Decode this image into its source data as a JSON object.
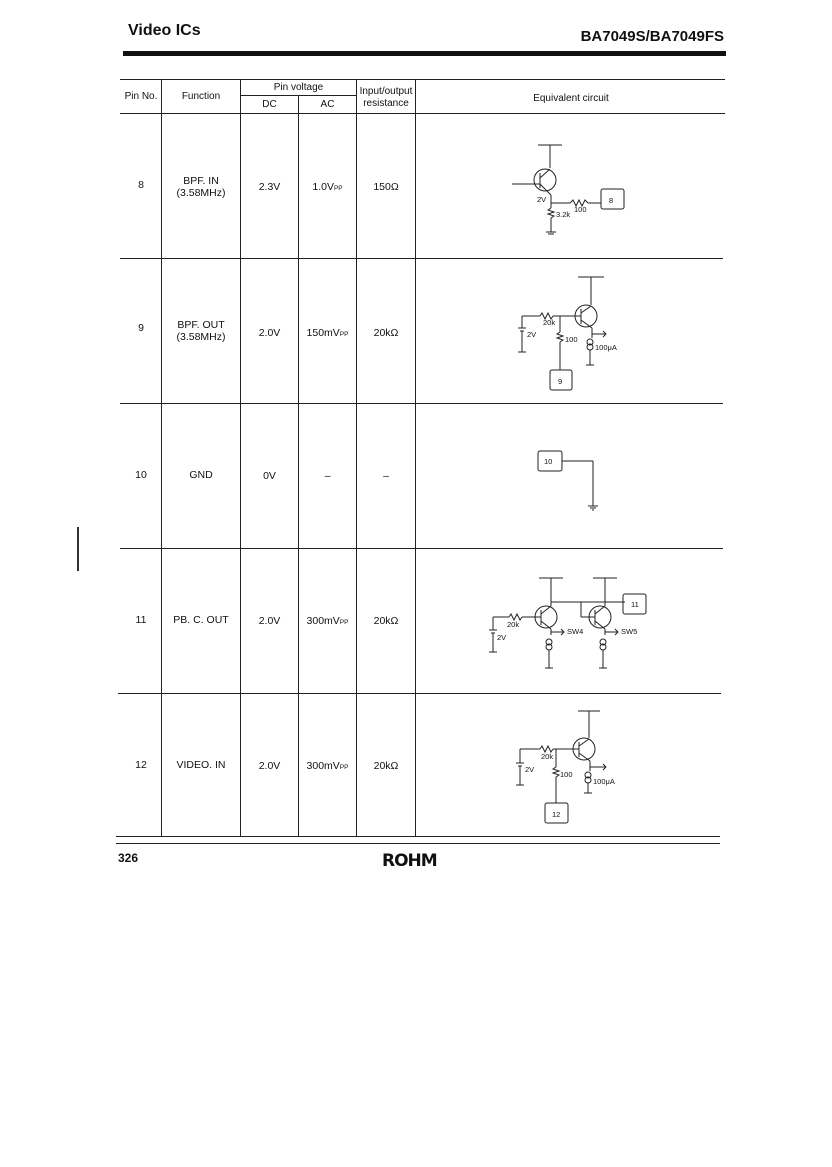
{
  "header": {
    "left_title": "Video ICs",
    "right_title": "BA7049S/BA7049FS"
  },
  "table": {
    "headers": {
      "pin_no": "Pin No.",
      "function": "Function",
      "pin_voltage": "Pin voltage",
      "dc": "DC",
      "ac": "AC",
      "io_resistance_l1": "Input/output",
      "io_resistance_l2": "resistance",
      "equivalent_circuit": "Equivalent circuit"
    },
    "rows": [
      {
        "pin": "8",
        "function_l1": "BPF. IN",
        "function_l2": "(3.58MHz)",
        "dc": "2.3V",
        "ac_main": "1.0V",
        "ac_sub": "PP",
        "resistance": "150Ω",
        "circuit": {
          "pin_label": "8",
          "labels": [
            "2V",
            "100",
            "3.2k"
          ]
        }
      },
      {
        "pin": "9",
        "function_l1": "BPF. OUT",
        "function_l2": "(3.58MHz)",
        "dc": "2.0V",
        "ac_main": "150mV",
        "ac_sub": "PP",
        "resistance": "20kΩ",
        "circuit": {
          "pin_label": "9",
          "labels": [
            "20k",
            "2V",
            "100",
            "100μA"
          ]
        }
      },
      {
        "pin": "10",
        "function_l1": "GND",
        "function_l2": "",
        "dc": "0V",
        "ac_main": "–",
        "ac_sub": "",
        "resistance": "–",
        "circuit": {
          "pin_label": "10",
          "labels": []
        }
      },
      {
        "pin": "11",
        "function_l1": "PB. C. OUT",
        "function_l2": "",
        "dc": "2.0V",
        "ac_main": "300mV",
        "ac_sub": "PP",
        "resistance": "20kΩ",
        "circuit": {
          "pin_label": "11",
          "labels": [
            "20k",
            "2V",
            "SW4",
            "SW5"
          ]
        }
      },
      {
        "pin": "12",
        "function_l1": "VIDEO. IN",
        "function_l2": "",
        "dc": "2.0V",
        "ac_main": "300mV",
        "ac_sub": "PP",
        "resistance": "20kΩ",
        "circuit": {
          "pin_label": "12",
          "labels": [
            "20k",
            "2V",
            "100",
            "100μA"
          ]
        }
      }
    ]
  },
  "footer": {
    "page_number": "326",
    "brand": "ROHM"
  }
}
